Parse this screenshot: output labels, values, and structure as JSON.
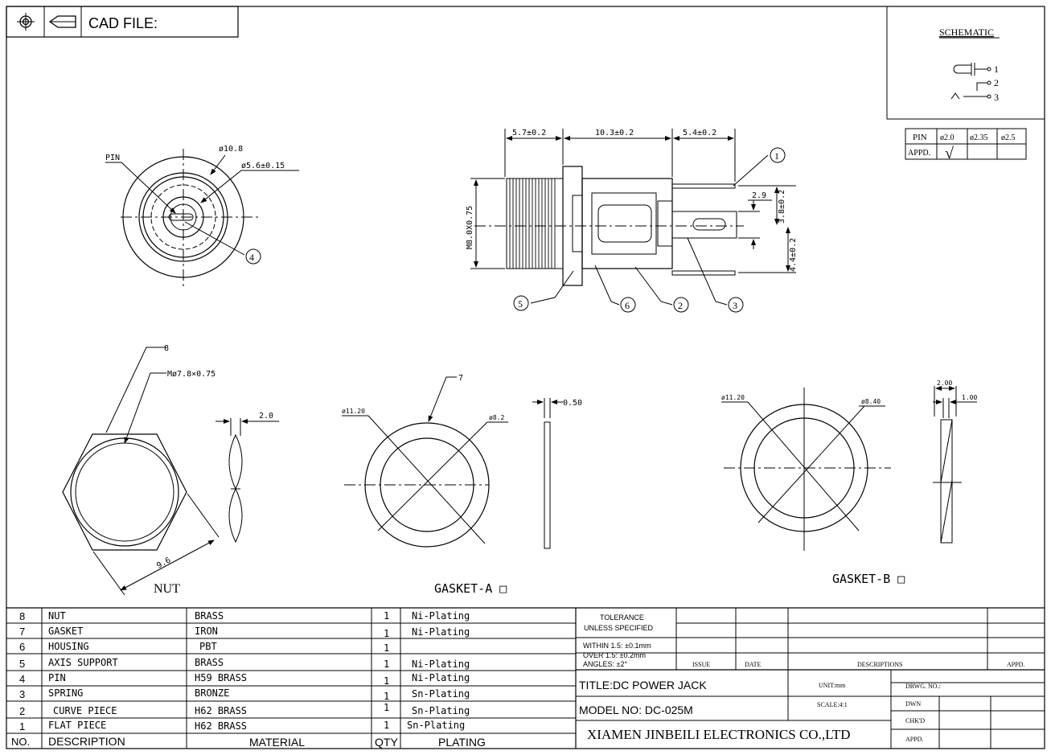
{
  "header": {
    "cad_label": "CAD FILE:"
  },
  "schematic": {
    "title": "SCHEMATIC",
    "pins": [
      "1",
      "2",
      "3"
    ]
  },
  "pin_table": {
    "pin_label": "PIN",
    "appd_label": "APPD.",
    "sizes": [
      "ø2.0",
      "ø2.35",
      "ø2.5"
    ],
    "check": "√"
  },
  "front_view": {
    "pin_label": "PIN",
    "dia_outer": "ø10.8",
    "dia_inner": "ø5.6±0.15",
    "callout": "4"
  },
  "side_view": {
    "dim_a": "5.7±0.2",
    "dim_b": "10.3±0.2",
    "dim_c": "5.4±0.2",
    "dim_d": "2.9",
    "dim_e": "3.8±0.2",
    "dim_f": "4.4±0.2",
    "thread": "M8.0X0.75",
    "callouts": [
      "1",
      "2",
      "3",
      "5",
      "6"
    ]
  },
  "nut": {
    "callout": "8",
    "thread": "Mø7.8×0.75",
    "thickness": "2.0",
    "width": "9.6",
    "label": "NUT"
  },
  "gasket_a": {
    "callout": "7",
    "outer": "ø11.20",
    "inner": "ø8.2",
    "thickness": "0.50",
    "label": "GASKET-A □"
  },
  "gasket_b": {
    "outer": "ø11.20",
    "inner": "ø8.40",
    "dim_a": "2.00",
    "dim_b": "1.00",
    "label": "GASKET-B □"
  },
  "bom": {
    "header": {
      "no": "NO.",
      "description": "DESCRIPTION",
      "material": "MATERIAL",
      "qty": "QTY",
      "plating": "PLATING"
    },
    "rows": [
      {
        "no": "8",
        "description": "NUT",
        "material": "BRASS",
        "qty": "1",
        "plating": "Ni-Plating"
      },
      {
        "no": "7",
        "description": "GASKET",
        "material": "IRON",
        "qty": "1",
        "plating": "Ni-Plating"
      },
      {
        "no": "6",
        "description": "HOUSING",
        "material": "PBT",
        "qty": "1",
        "plating": ""
      },
      {
        "no": "5",
        "description": "AXIS SUPPORT",
        "material": "BRASS",
        "qty": "1",
        "plating": "Ni-Plating"
      },
      {
        "no": "4",
        "description": "PIN",
        "material": "H59 BRASS",
        "qty": "1",
        "plating": "Ni-Plating"
      },
      {
        "no": "3",
        "description": "SPRING",
        "material": "BRONZE",
        "qty": "1",
        "plating": "Sn-Plating"
      },
      {
        "no": "2",
        "description": "CURVE PIECE",
        "material": "H62 BRASS",
        "qty": "1",
        "plating": "Sn-Plating"
      },
      {
        "no": "1",
        "description": "FLAT PIECE",
        "material": "H62 BRASS",
        "qty": "1",
        "plating": "Sn-Plating"
      }
    ]
  },
  "title_block": {
    "tolerance_title": "TOLERANCE",
    "tolerance_sub": "UNLESS SPECIFIED",
    "tol_line1": "WITHIN 1.5: ±0.1mm",
    "tol_line2": "OVER 1.5:  ±0.2mm",
    "tol_line3": "ANGLES: ±2°",
    "issue": "ISSUE",
    "date": "DATE",
    "descriptions": "DESCRIPTIONS",
    "appd": "APPD.",
    "title": "TITLE:DC POWER JACK",
    "unit": "UNIT:mm",
    "drwg_no": "DRWG. NO.:",
    "model": "MODEL NO: DC-025M",
    "scale": "SCALE:4:1",
    "dwn": "DWN",
    "chkd": "CHK'D",
    "appd2": "APPD.",
    "company": "XIAMEN JINBEILI ELECTRONICS CO.,LTD"
  }
}
